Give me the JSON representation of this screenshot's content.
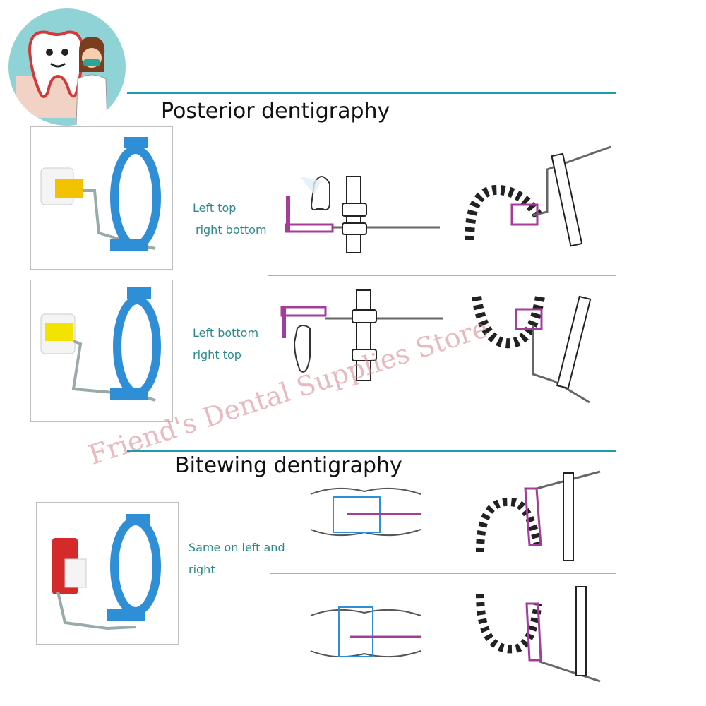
{
  "section1": {
    "title": "Posterior dentigraphy"
  },
  "section2": {
    "title": "Bitewing dentigraphy"
  },
  "labels": {
    "row1": [
      "Left top",
      "right bottom"
    ],
    "row2": [
      "Left bottom",
      "right top"
    ],
    "row3": [
      "Same on left and",
      "right"
    ]
  },
  "watermark": "Friend's Dental Supplies Store",
  "colors": {
    "accent": "#1e9aa8",
    "label": "#2a8a8a",
    "holder_blue": "#2f8fd6",
    "tab_yellow": "#f2c200",
    "tab_red": "#d42a2a",
    "magenta": "#a43c9c"
  },
  "icons": [
    "tooth-mascot-logo",
    "dentist-avatar"
  ]
}
